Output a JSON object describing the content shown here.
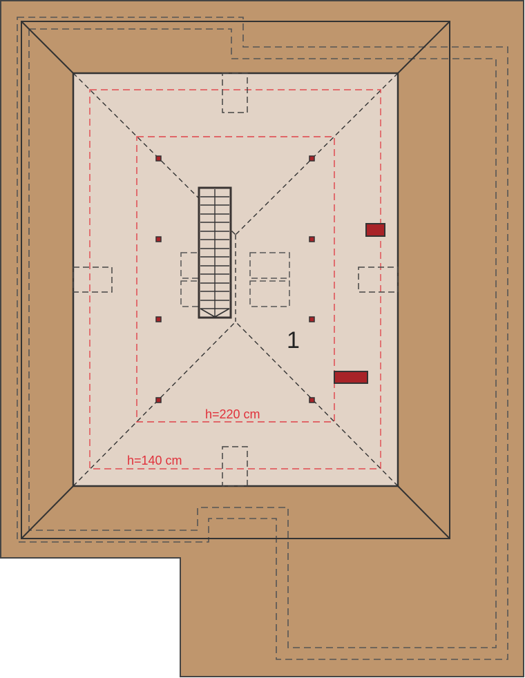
{
  "plan": {
    "type": "attic floor plan / roof top view",
    "colors": {
      "roof": "#bf966d",
      "room": "#e2d3c6",
      "line": "#333333",
      "height_line": "#e0313b",
      "chimney": "#a82328",
      "white": "#ffffff"
    },
    "room_number": "1",
    "height_labels": {
      "h220": "h=220 cm",
      "h140": "h=140 cm"
    }
  }
}
